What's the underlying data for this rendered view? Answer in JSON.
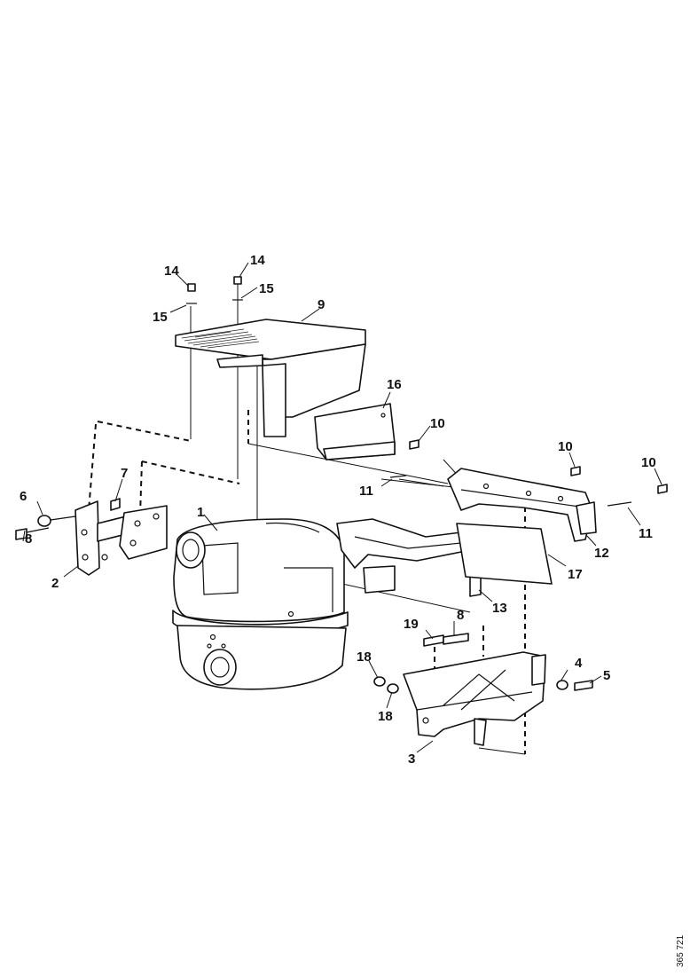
{
  "callouts": {
    "c1": "1",
    "c2": "2",
    "c3": "3",
    "c4": "4",
    "c5": "5",
    "c6": "6",
    "c7": "7",
    "c8a": "8",
    "c8b": "8",
    "c9": "9",
    "c10a": "10",
    "c10b": "10",
    "c10c": "10",
    "c11a": "11",
    "c11b": "11",
    "c12": "12",
    "c13": "13",
    "c14a": "14",
    "c14b": "14",
    "c15a": "15",
    "c15b": "15",
    "c16": "16",
    "c17": "17",
    "c18a": "18",
    "c18b": "18",
    "c19": "19"
  },
  "drawing_ref": "365 721"
}
